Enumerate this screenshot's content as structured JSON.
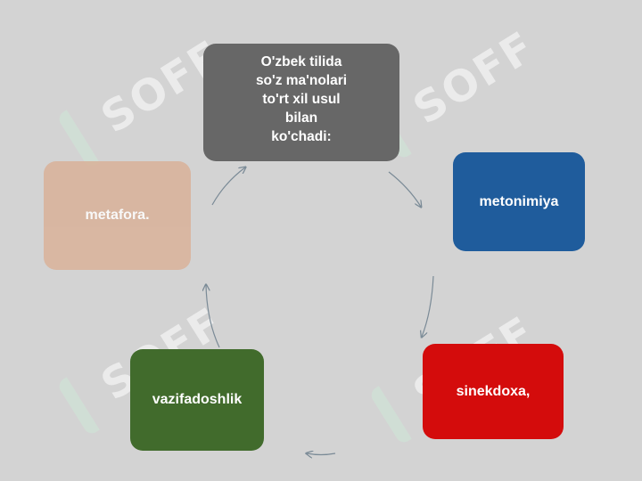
{
  "nodes": {
    "center": {
      "text": "O'zbek tilida\nso'z ma'nolari\nto'rt xil usul\nbilan\nko'chadi:"
    },
    "metonimiya": {
      "text": "metonimiya"
    },
    "sinekdoxa": {
      "text": "sinekdoxa,"
    },
    "vazifadoshlik": {
      "text": "vazifadoshlik"
    },
    "metafora": {
      "text": "metafora."
    }
  },
  "watermark": {
    "text": "SOFF"
  },
  "colors": {
    "background": "#d3d3d3",
    "center": "#676767",
    "metonimiya": "#1f5c9c",
    "sinekdoxa": "#d40c0c",
    "vazifadoshlik": "#416b2c",
    "metafora": "#d9b299",
    "arrow": "#7a8a96"
  }
}
